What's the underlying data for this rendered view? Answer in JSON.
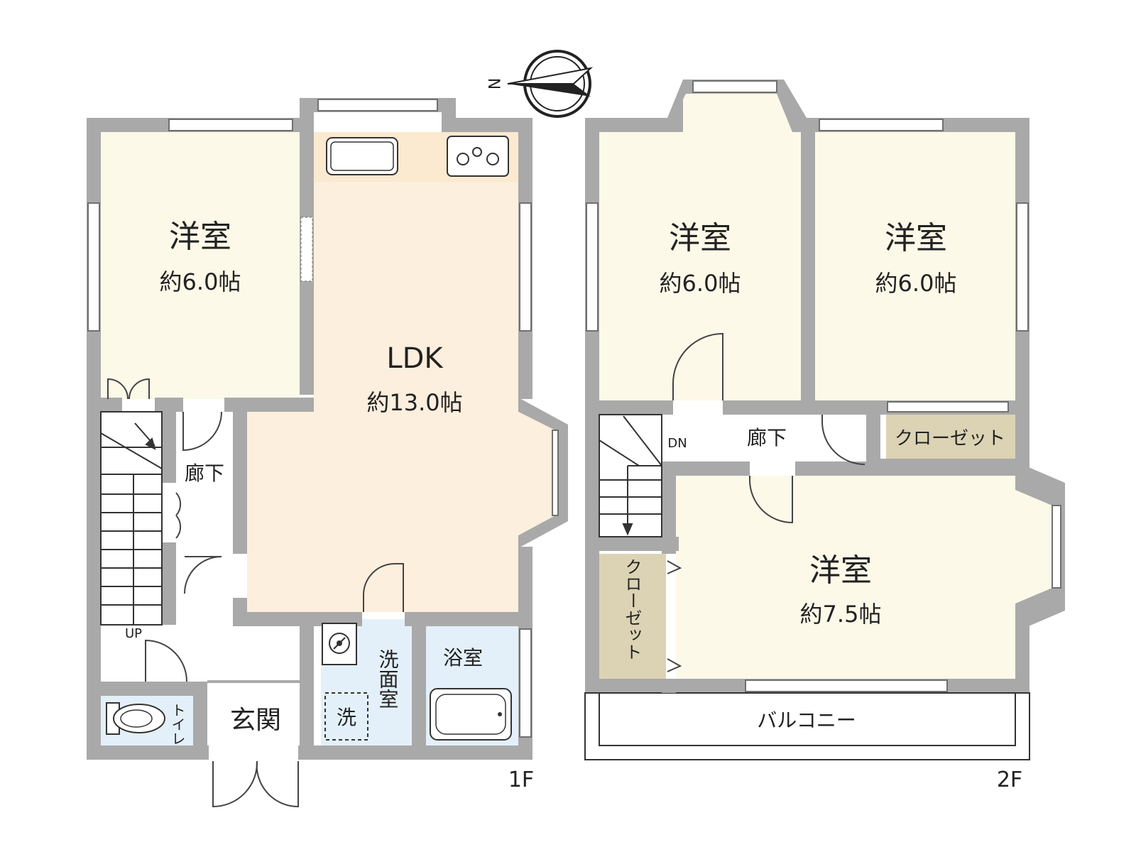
{
  "compass": {
    "north_label": "N"
  },
  "floor1": {
    "label": "1F",
    "western_room": {
      "name": "洋室",
      "size": "約6.0帖"
    },
    "ldk": {
      "name": "LDK",
      "size": "約13.0帖"
    },
    "hallway": "廊下",
    "stairs_up": "UP",
    "toilet": "トイレ",
    "entrance": "玄関",
    "washroom": "洗面室",
    "washer": "洗",
    "bathroom": "浴室"
  },
  "floor2": {
    "label": "2F",
    "room_left": {
      "name": "洋室",
      "size": "約6.0帖"
    },
    "room_right": {
      "name": "洋室",
      "size": "約6.0帖"
    },
    "room_bottom": {
      "name": "洋室",
      "size": "約7.5帖"
    },
    "hallway": "廊下",
    "stairs_down": "DN",
    "closet_top": "クローゼット",
    "closet_left": "クローゼット",
    "balcony": "バルコニー"
  },
  "colors": {
    "room_fill": "#fdf9e8",
    "ldk_fill": "#fcefdd",
    "wet_fill": "#e3f0f9",
    "closet_fill": "#dcd3b4",
    "wall": "#a9a9a9"
  }
}
